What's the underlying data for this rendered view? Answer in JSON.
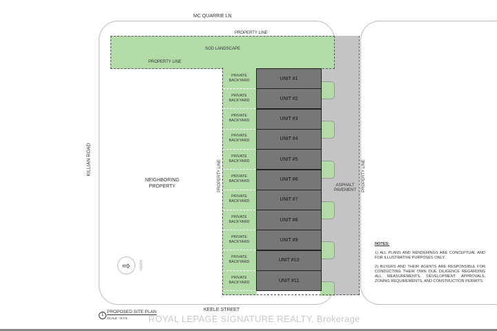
{
  "streets": {
    "north": "MC QUARRIE LN",
    "west": "KILLIAN ROAD",
    "south": "KEELE STREET"
  },
  "labels": {
    "property_line_top": "PROPERTY LINE",
    "property_line_left": "PROPERTY LINE",
    "property_line_mid": "PROPERTY LINE",
    "property_line_right": "PROPERTY LINE",
    "sod": "SOD LANDSCAPE",
    "neighboring": "NEIGHBORING PROPERTY",
    "asphalt": "ASPHALT PAVEMENT",
    "north_arrow": "NORTH"
  },
  "backyard_label": "PRIVATE BACKYARD",
  "units": [
    "UNIT #1",
    "UNIT #2",
    "UNIT #3",
    "UNIT #4",
    "UNIT #5",
    "UNIT #6",
    "UNIT #7",
    "UNIT #8",
    "UNIT #9",
    "UNIT #10",
    "UNIT #11"
  ],
  "title": {
    "number": "1",
    "name": "PROPOSED SITE PLAN",
    "scale": "SCALE : N.T.S."
  },
  "notes": {
    "heading": "NOTES:",
    "items": [
      "1) ALL PLANS AND RENDERINGS ARE CONCEPTUAL AND FOR ILLUSTRATIVE PURPOSES ONLY.",
      "2) BUYERS AND THEIR AGENTS ARE RESPONSIBLE FOR CONDUCTING THEIR OWN DUE DILIGENCE REGARDING ALL MEASUREMENTS, DEVELOPMENT APPROVALS, ZONING REQUIREMENTS, AND CONSTRUCTION PERMITS."
    ]
  },
  "watermark": "ROYAL LEPAGE SIGNATURE REALTY, Brokerage"
}
